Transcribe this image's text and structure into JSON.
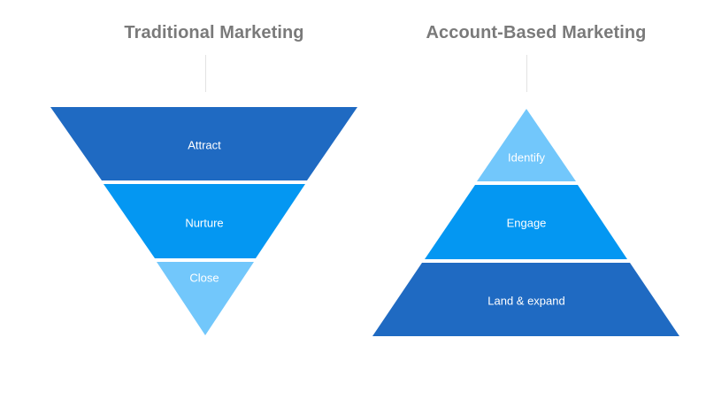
{
  "titles": {
    "traditional": "Traditional Marketing",
    "abm": "Account-Based Marketing"
  },
  "funnel": {
    "stages": [
      {
        "label": "Attract",
        "color": "#1f6ac2"
      },
      {
        "label": "Nurture",
        "color": "#0497f2"
      },
      {
        "label": "Close",
        "color": "#72c7fb"
      }
    ]
  },
  "pyramid": {
    "stages": [
      {
        "label": "Identify",
        "color": "#72c7fb"
      },
      {
        "label": "Engage",
        "color": "#0497f2"
      },
      {
        "label": "Land & expand",
        "color": "#1f6ac2"
      }
    ]
  }
}
